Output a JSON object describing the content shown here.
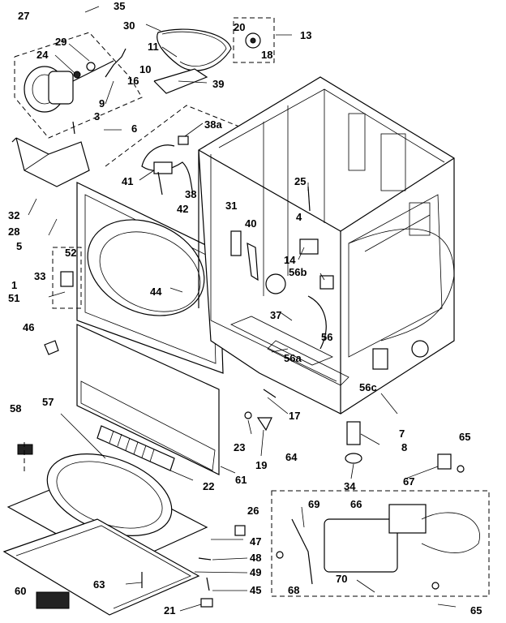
{
  "labels": [
    {
      "id": "35",
      "text": "35"
    },
    {
      "id": "27",
      "text": "27"
    },
    {
      "id": "30",
      "text": "30"
    },
    {
      "id": "20",
      "text": "20"
    },
    {
      "id": "13",
      "text": "13"
    },
    {
      "id": "29",
      "text": "29"
    },
    {
      "id": "24",
      "text": "24"
    },
    {
      "id": "11",
      "text": "11"
    },
    {
      "id": "18",
      "text": "18"
    },
    {
      "id": "10",
      "text": "10"
    },
    {
      "id": "16",
      "text": "16"
    },
    {
      "id": "39",
      "text": "39"
    },
    {
      "id": "9",
      "text": "9"
    },
    {
      "id": "3",
      "text": "3"
    },
    {
      "id": "6",
      "text": "6"
    },
    {
      "id": "38a",
      "text": "38a"
    },
    {
      "id": "25",
      "text": "25"
    },
    {
      "id": "41",
      "text": "41"
    },
    {
      "id": "38",
      "text": "38"
    },
    {
      "id": "42",
      "text": "42"
    },
    {
      "id": "32",
      "text": "32"
    },
    {
      "id": "31",
      "text": "31"
    },
    {
      "id": "4",
      "text": "4"
    },
    {
      "id": "28",
      "text": "28"
    },
    {
      "id": "40",
      "text": "40"
    },
    {
      "id": "5",
      "text": "5"
    },
    {
      "id": "14",
      "text": "14"
    },
    {
      "id": "52",
      "text": "52"
    },
    {
      "id": "56b",
      "text": "56b"
    },
    {
      "id": "33",
      "text": "33"
    },
    {
      "id": "1",
      "text": "1"
    },
    {
      "id": "44",
      "text": "44"
    },
    {
      "id": "51",
      "text": "51"
    },
    {
      "id": "37",
      "text": "37"
    },
    {
      "id": "56",
      "text": "56"
    },
    {
      "id": "46",
      "text": "46"
    },
    {
      "id": "56a",
      "text": "56a"
    },
    {
      "id": "56c",
      "text": "56c"
    },
    {
      "id": "57",
      "text": "57"
    },
    {
      "id": "58",
      "text": "58"
    },
    {
      "id": "17",
      "text": "17"
    },
    {
      "id": "7",
      "text": "7"
    },
    {
      "id": "23",
      "text": "23"
    },
    {
      "id": "8",
      "text": "8"
    },
    {
      "id": "65a",
      "text": "65"
    },
    {
      "id": "19",
      "text": "19"
    },
    {
      "id": "64",
      "text": "64"
    },
    {
      "id": "61",
      "text": "61"
    },
    {
      "id": "22",
      "text": "22"
    },
    {
      "id": "34",
      "text": "34"
    },
    {
      "id": "67",
      "text": "67"
    },
    {
      "id": "26",
      "text": "26"
    },
    {
      "id": "69",
      "text": "69"
    },
    {
      "id": "66",
      "text": "66"
    },
    {
      "id": "47",
      "text": "47"
    },
    {
      "id": "48",
      "text": "48"
    },
    {
      "id": "49",
      "text": "49"
    },
    {
      "id": "60",
      "text": "60"
    },
    {
      "id": "63",
      "text": "63"
    },
    {
      "id": "45",
      "text": "45"
    },
    {
      "id": "68",
      "text": "68"
    },
    {
      "id": "70",
      "text": "70"
    },
    {
      "id": "21",
      "text": "21"
    },
    {
      "id": "65b",
      "text": "65"
    }
  ]
}
